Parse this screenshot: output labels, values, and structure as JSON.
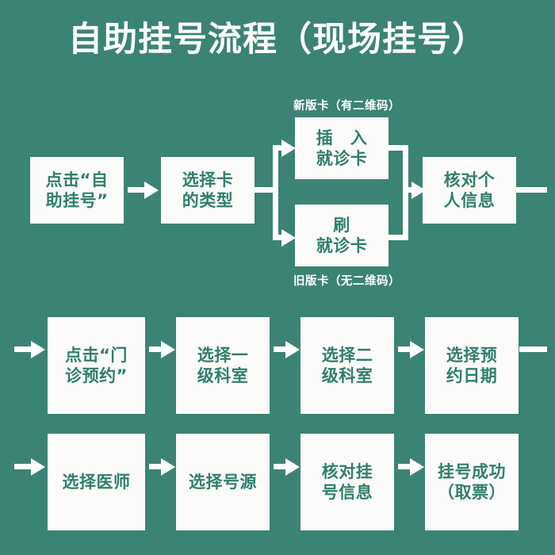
{
  "page": {
    "title": "自助挂号流程（现场挂号）",
    "background_color": "#3b8375",
    "box_fill_color": "#fbfbf9",
    "box_text_color": "#2f7f6d",
    "line_color": "#ffffff"
  },
  "captions": {
    "new_card": "新版卡（有二维码）",
    "old_card": "旧版卡（无二维码）"
  },
  "row1": {
    "step1": {
      "line1": "点击“自",
      "line2": "助挂号”"
    },
    "step2": {
      "line1": "选择卡",
      "line2": "的类型"
    },
    "branch_top": {
      "line1": "插　入",
      "line2": "就诊卡"
    },
    "branch_bottom": {
      "line1": "刷",
      "line2": "就诊卡"
    },
    "step3": {
      "line1": "核对个",
      "line2": "人信息"
    }
  },
  "row2": {
    "step1": {
      "line1": "点击“门",
      "line2": "诊预约”"
    },
    "step2": {
      "line1": "选择一",
      "line2": "级科室"
    },
    "step3": {
      "line1": "选择二",
      "line2": "级科室"
    },
    "step4": {
      "line1": "选择预",
      "line2": "约日期"
    }
  },
  "row3": {
    "step1": {
      "line1": "选择医师",
      "line2": ""
    },
    "step2": {
      "line1": "选择号源",
      "line2": ""
    },
    "step3": {
      "line1": "核对挂",
      "line2": "号信息"
    },
    "step4": {
      "line1": "挂号成功",
      "line2": "（取票）"
    }
  }
}
